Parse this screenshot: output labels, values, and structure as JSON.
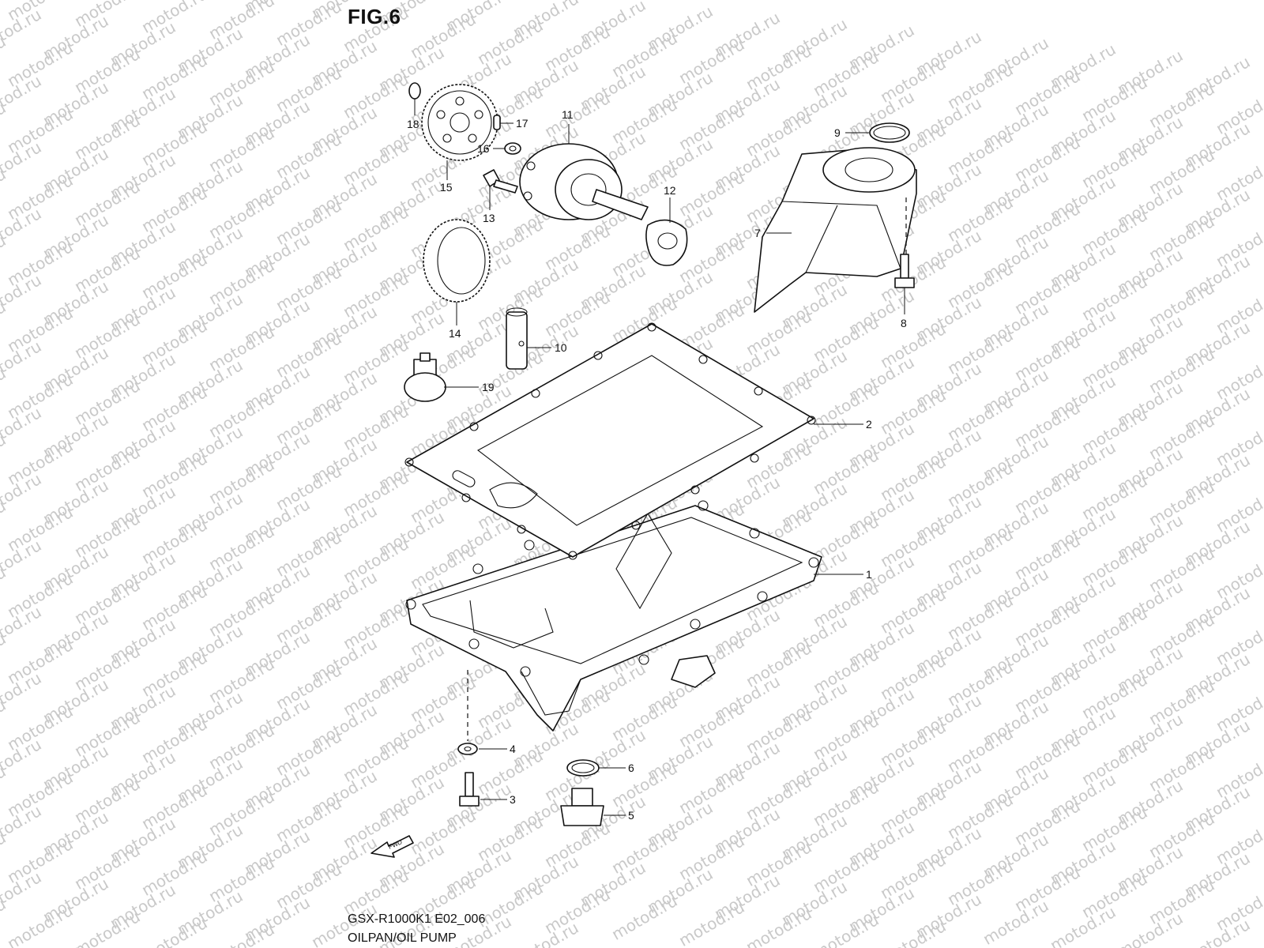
{
  "figure": {
    "title": "FIG.6"
  },
  "watermark": {
    "text": "motod.ru"
  },
  "footer": {
    "code": "GSX-R1000K1 E02_006",
    "name": "OILPAN/OIL PUMP"
  },
  "fwd": {
    "label": "FWD"
  },
  "callouts": [
    "1",
    "2",
    "3",
    "4",
    "5",
    "6",
    "7",
    "8",
    "9",
    "10",
    "11",
    "12",
    "13",
    "14",
    "15",
    "16",
    "17",
    "18",
    "19"
  ]
}
